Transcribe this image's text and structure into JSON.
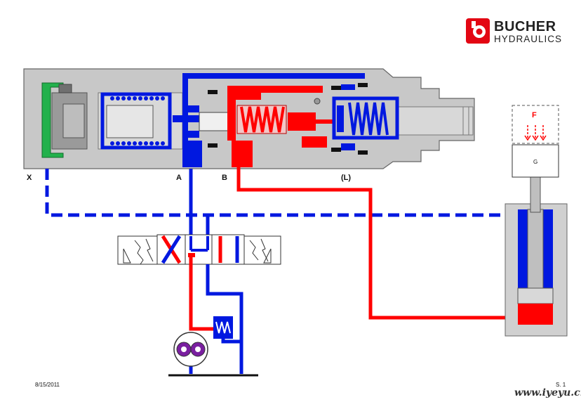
{
  "logo": {
    "brand_line1": "BUCHER",
    "brand_line2": "HYDRAULICS"
  },
  "ports": {
    "x": "X",
    "a": "A",
    "b": "B",
    "l": "(L)"
  },
  "load": {
    "force_label": "F",
    "g_label": "G"
  },
  "footer": {
    "date": "8/15/2011",
    "page": "S. 1",
    "watermark": "www.iyeyu.cn"
  },
  "colors": {
    "pressure": "#ff0000",
    "tank": "#0018e0",
    "pilot": "#0018e0",
    "body": "#c8c8c8",
    "green_part": "#22b14c"
  }
}
